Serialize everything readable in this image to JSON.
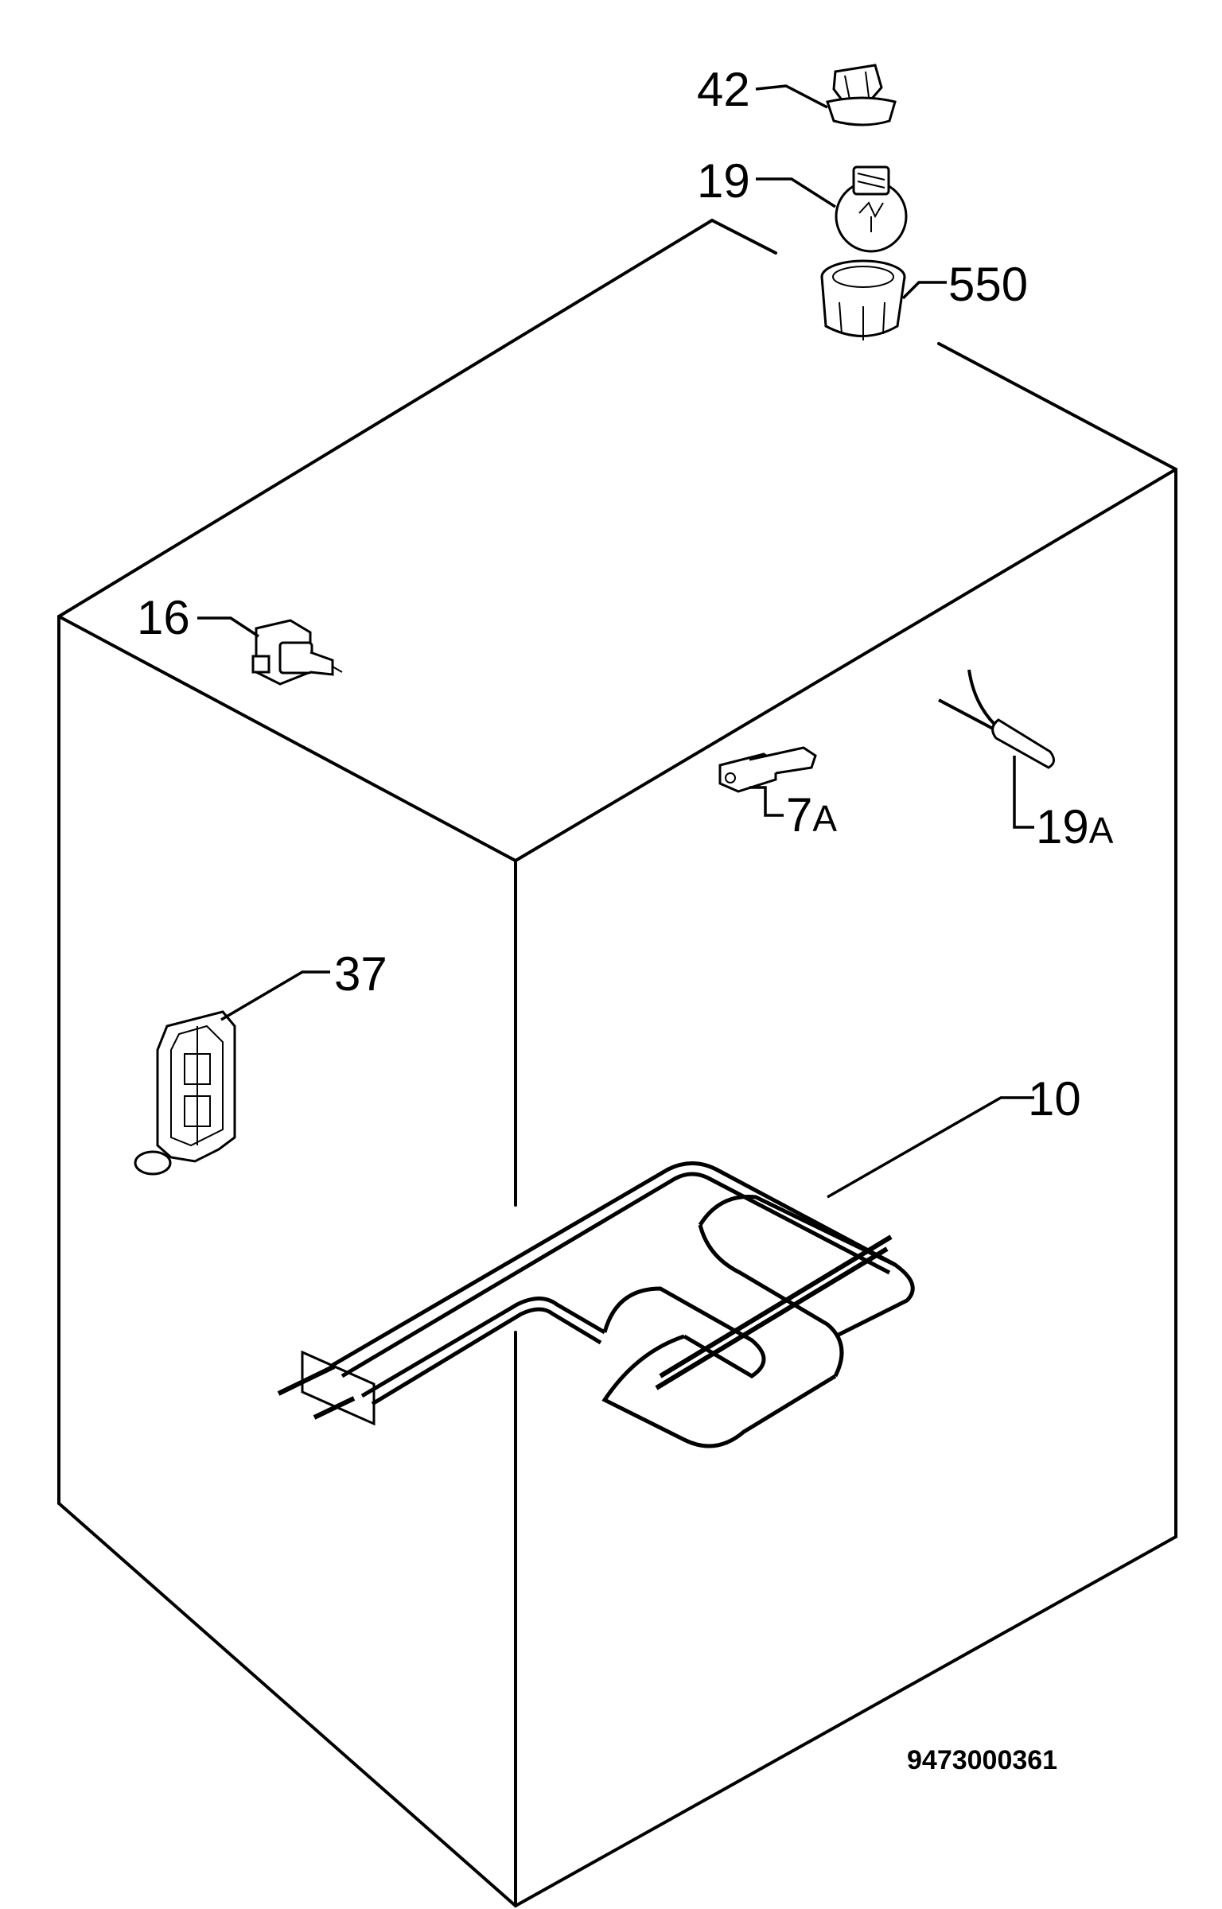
{
  "callouts": {
    "c42": "42",
    "c19": "19",
    "c550": "550",
    "c16": "16",
    "c7a_num": "7",
    "c7a_suffix": "A",
    "c19a_num": "19",
    "c19a_suffix": "A",
    "c37": "37",
    "c10": "10"
  },
  "reference_number": "9473000361"
}
